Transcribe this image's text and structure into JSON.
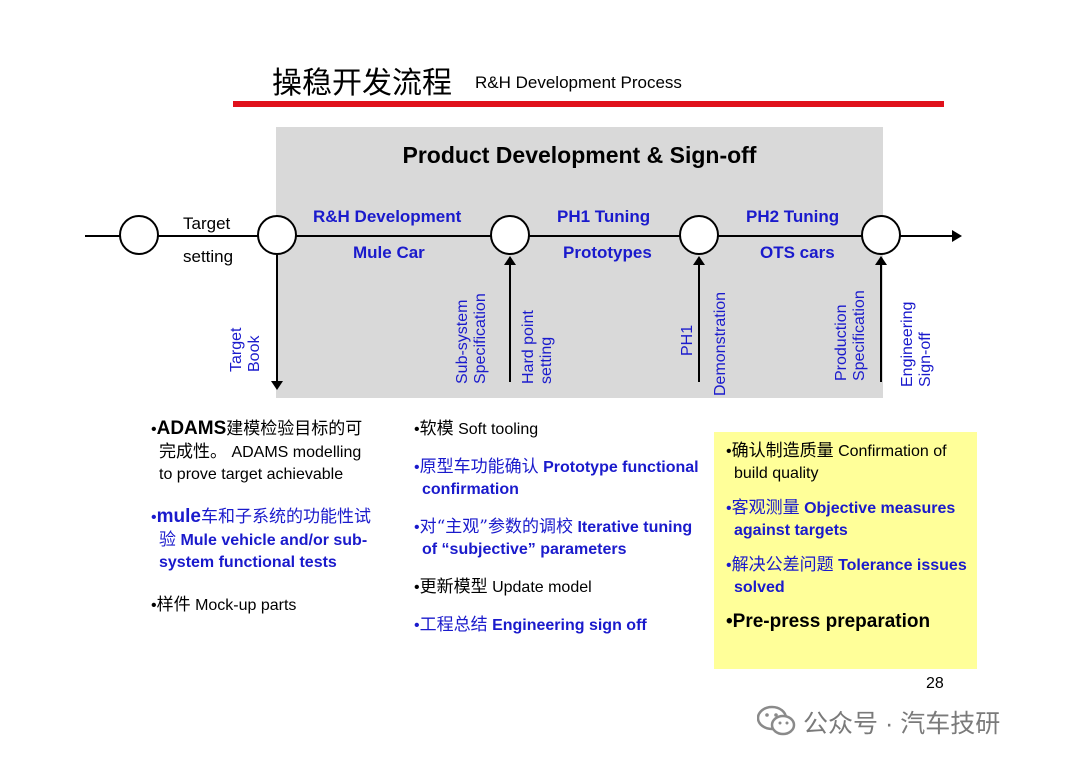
{
  "header": {
    "title_cn": "操稳开发流程",
    "title_en": "R&H Development Process"
  },
  "process": {
    "title": "Product Development & Sign-off",
    "left_label_top": "Target",
    "left_label_bottom": "setting",
    "phases": [
      {
        "top": "R&H Development",
        "bottom": "Mule Car"
      },
      {
        "top": "PH1 Tuning",
        "bottom": "Prototypes"
      },
      {
        "top": "PH2 Tuning",
        "bottom": "OTS cars"
      }
    ],
    "milestones": {
      "target_book": [
        "Target",
        "Book"
      ],
      "subsystem_spec": [
        "Sub-system",
        "Specification"
      ],
      "hard_point": [
        "Hard point",
        "setting"
      ],
      "ph1_demo": [
        "PH1",
        "Demonstration"
      ],
      "production_spec": [
        "Production",
        "Specification"
      ],
      "engineering_signoff": [
        "Engineering",
        "Sign-off"
      ]
    }
  },
  "col1": {
    "item1": {
      "bullet": "•",
      "bold": "ADAMS",
      "cn": "建模检验目标的可完成性。",
      "en": "ADAMS modelling to prove target achievable"
    },
    "item2": {
      "bullet": "•",
      "bold": "mule",
      "cn": "车和子系统的功能性试验",
      "en": "Mule vehicle and/or sub-system functional tests"
    },
    "item3": {
      "bullet": "•",
      "cn": "样件",
      "en": "Mock-up parts"
    }
  },
  "col2": {
    "item1": {
      "bullet": "•",
      "cn": "软模",
      "en": "Soft tooling"
    },
    "item2": {
      "bullet": "•",
      "cn": "原型车功能确认",
      "en": "Prototype functional confirmation"
    },
    "item3": {
      "bullet": "•",
      "cn": "对“主观”参数的调校",
      "en": "Iterative tuning of “subjective” parameters"
    },
    "item4": {
      "bullet": "•",
      "cn": "更新模型",
      "en": "Update model"
    },
    "item5": {
      "bullet": "•",
      "cn": "工程总结",
      "en": "Engineering sign off"
    }
  },
  "col3": {
    "item1": {
      "bullet": "•",
      "cn": "确认制造质量",
      "en": "Confirmation of build quality"
    },
    "item2": {
      "bullet": "•",
      "cn": "客观测量",
      "en": "Objective measures against targets"
    },
    "item3": {
      "bullet": "•",
      "cn": "解决公差问题",
      "en": "Tolerance issues solved"
    },
    "item4": {
      "bullet": "•",
      "en": "Pre-press preparation"
    }
  },
  "footer": {
    "page_number": "28",
    "watermark": "公众号 · 汽车技研"
  },
  "colors": {
    "accent_red": "#e0111b",
    "link_blue": "#1a1acc",
    "highlight_yellow": "#ffff99",
    "panel_gray": "#d9d9d9"
  }
}
